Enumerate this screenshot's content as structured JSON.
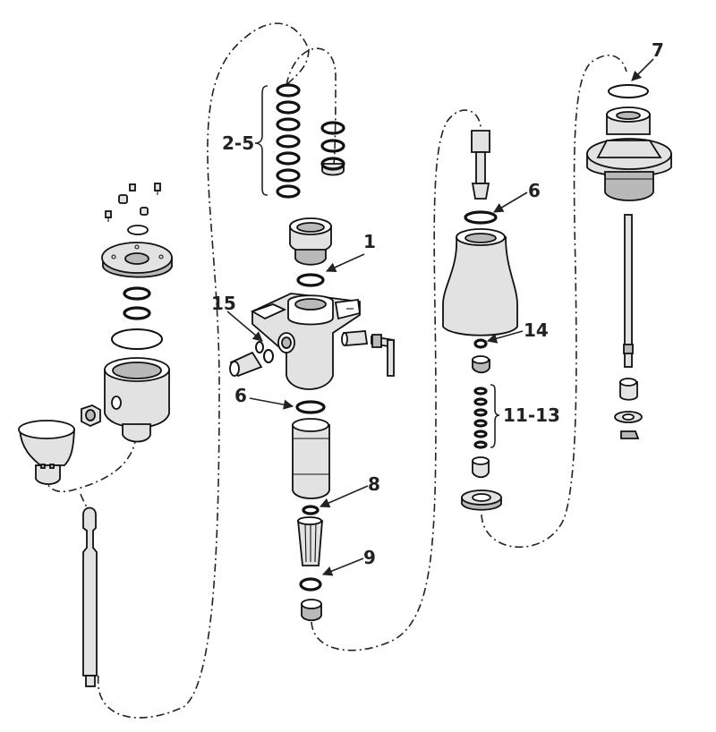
{
  "labels": {
    "l1": "1",
    "l2_5": "2-5",
    "l6a": "6",
    "l6b": "6",
    "l7": "7",
    "l8": "8",
    "l9": "9",
    "l11_13": "11-13",
    "l14": "14",
    "l15": "15"
  }
}
